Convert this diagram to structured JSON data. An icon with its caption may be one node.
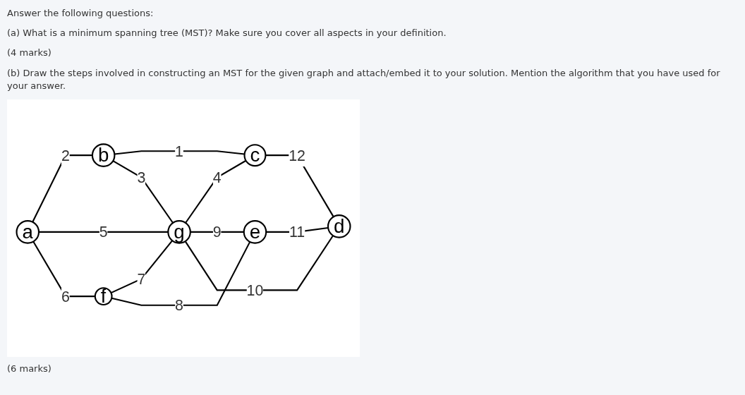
{
  "diagram": {
    "nodes": [
      {
        "text": [
          "b"
        ]
      },
      {
        "text": [
          "c"
        ]
      },
      {
        "text": [
          "a"
        ]
      },
      {
        "text": [
          "g"
        ]
      },
      {
        "text": [
          "d"
        ]
      },
      {
        "text": [
          "f"
        ]
      },
      {
        "text": [
          "e"
        ]
      }
    ],
    "edges": [
      {
        "from": 0,
        "to": 1,
        "arrow": "none",
        "label": "1"
      },
      {
        "from": 2,
        "to": 0,
        "arrow": "none",
        "label": "2"
      },
      {
        "from": 0,
        "to": 3,
        "arrow": "none",
        "label": "3"
      },
      {
        "from": 3,
        "to": 1,
        "arrow": "none",
        "label": "4"
      },
      {
        "from": 2,
        "to": 3,
        "arrow": "none",
        "label": "5"
      },
      {
        "from": 2,
        "to": 5,
        "arrow": "none",
        "label": "6"
      },
      {
        "from": 5,
        "to": 3,
        "arrow": "none",
        "label": "7"
      },
      {
        "from": 5,
        "to": 6,
        "arrow": "none",
        "label": "8"
      },
      {
        "from": 3,
        "to": 6,
        "arrow": "none",
        "label": "9"
      },
      {
        "from": 3,
        "to": 4,
        "arrow": "none",
        "label": "10"
      },
      {
        "from": 6,
        "to": 4,
        "arrow": "none",
        "label": "11"
      },
      {
        "from": 1,
        "to": 4,
        "arrow": "none",
        "label": "12"
      }
    ],
    "labels": [
      "Answer the following questions:",
      "(a) What is a minimum spanning tree (MST)? Make sure you cover all aspects in your definition.",
      "(4 marks)",
      "(b) Draw the steps involved in constructing an MST for the given graph and attach/embed it to your solution. Mention the algorithm that you have used for your answer.",
      "(6 marks)"
    ]
  }
}
